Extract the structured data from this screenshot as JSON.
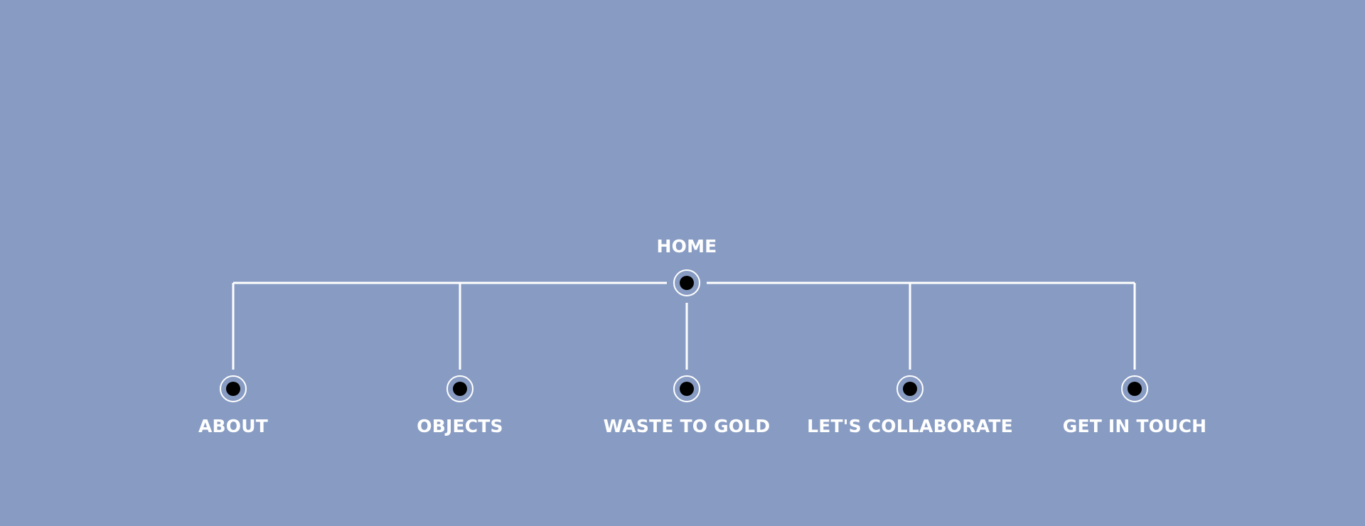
{
  "nav": {
    "home": {
      "label": "HOME"
    },
    "items": [
      {
        "label": "ABOUT"
      },
      {
        "label": "OBJECTS"
      },
      {
        "label": "WASTE TO GOLD"
      },
      {
        "label": "LET'S COLLABORATE"
      },
      {
        "label": "GET IN TOUCH"
      }
    ]
  },
  "colors": {
    "background": "#889cc3",
    "line": "#ffffff",
    "dot": "#000000",
    "text": "#ffffff"
  },
  "icons": {
    "node": "radio-dot-icon"
  }
}
